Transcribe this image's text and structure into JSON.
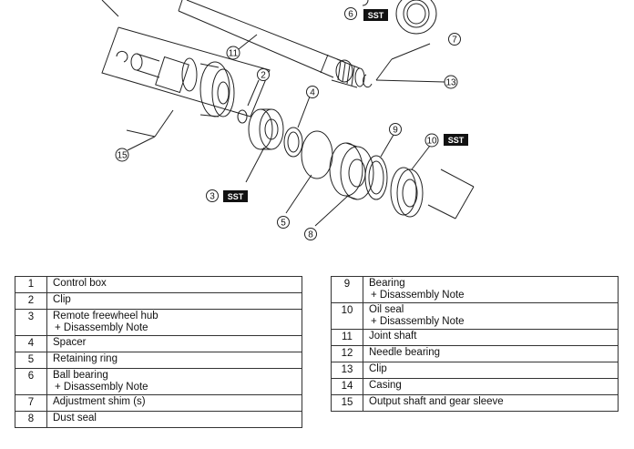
{
  "diagram": {
    "callouts": [
      "2",
      "3",
      "4",
      "5",
      "6",
      "7",
      "8",
      "9",
      "10",
      "11",
      "13",
      "15"
    ],
    "sst_label": "SST"
  },
  "parts_left": [
    {
      "num": "1",
      "name": "Control box",
      "note": ""
    },
    {
      "num": "2",
      "name": "Clip",
      "note": ""
    },
    {
      "num": "3",
      "name": "Remote freewheel hub",
      "note": "+ Disassembly Note"
    },
    {
      "num": "4",
      "name": "Spacer",
      "note": ""
    },
    {
      "num": "5",
      "name": "Retaining ring",
      "note": ""
    },
    {
      "num": "6",
      "name": "Ball bearing",
      "note": "+ Disassembly Note"
    },
    {
      "num": "7",
      "name": "Adjustment shim (s)",
      "note": ""
    },
    {
      "num": "8",
      "name": "Dust seal",
      "note": ""
    }
  ],
  "parts_right": [
    {
      "num": "9",
      "name": "Bearing",
      "note": "+ Disassembly Note"
    },
    {
      "num": "10",
      "name": "Oil seal",
      "note": "+ Disassembly Note"
    },
    {
      "num": "11",
      "name": "Joint shaft",
      "note": ""
    },
    {
      "num": "12",
      "name": "Needle bearing",
      "note": ""
    },
    {
      "num": "13",
      "name": "Clip",
      "note": ""
    },
    {
      "num": "14",
      "name": "Casing",
      "note": ""
    },
    {
      "num": "15",
      "name": "Output shaft and gear sleeve",
      "note": ""
    }
  ]
}
